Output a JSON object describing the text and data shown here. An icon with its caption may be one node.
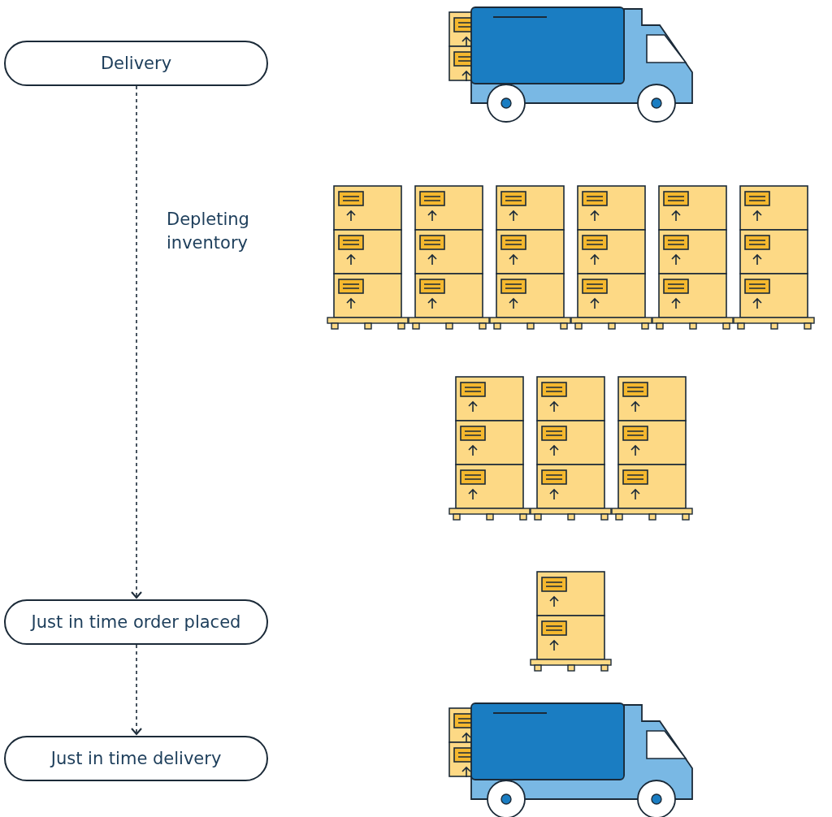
{
  "diagram": {
    "nodes": [
      {
        "text": [
          "Delivery"
        ]
      },
      {
        "text": [
          "Just in time order placed"
        ]
      },
      {
        "text": [
          "Just in time delivery"
        ]
      }
    ],
    "edges": [
      {
        "from": 0,
        "to": 1,
        "arrow": "to",
        "style": "dashed",
        "label": "Depleting inventory"
      },
      {
        "from": 1,
        "to": 2,
        "arrow": "to",
        "style": "dashed"
      }
    ]
  }
}
